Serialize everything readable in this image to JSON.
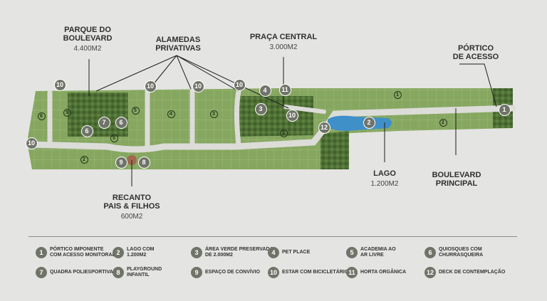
{
  "callouts": {
    "parque": {
      "title": "PARQUE DO\nBOULEVARD",
      "area": "4.400M2"
    },
    "alamedas": {
      "title": "ALAMEDAS\nPRIVATIVAS"
    },
    "praca": {
      "title": "PRAÇA CENTRAL",
      "area": "3.000M2"
    },
    "portico": {
      "title": "PÓRTICO\nDE ACESSO"
    },
    "lago": {
      "title": "LAGO",
      "area": "1.200M2"
    },
    "boulevard": {
      "title": "BOULEVARD\nPRINCIPAL"
    },
    "recanto": {
      "title": "RECANTO\nPAIS & FILHOS",
      "area": "600M2"
    }
  },
  "markers": [
    "1",
    "2",
    "3",
    "4",
    "5",
    "6",
    "7",
    "8",
    "9",
    "10",
    "11",
    "12"
  ],
  "legend": [
    {
      "num": "1",
      "text": "PÓRTICO IMPONENTE\nCOM ACESSO MONITORADO"
    },
    {
      "num": "2",
      "text": "LAGO COM\n1.200M2"
    },
    {
      "num": "3",
      "text": "ÁREA VERDE PRESERVADA\nDE 2.000M2"
    },
    {
      "num": "4",
      "text": "PET PLACE"
    },
    {
      "num": "5",
      "text": "ACADEMIA AO\nAR LIVRE"
    },
    {
      "num": "6",
      "text": "QUIOSQUES COM\nCHURRASQUEIRA"
    },
    {
      "num": "7",
      "text": "QUADRA POLIESPORTIVA"
    },
    {
      "num": "8",
      "text": "PLAYGROUND\nINFANTIL"
    },
    {
      "num": "9",
      "text": "ESPAÇO DE CONVÍVIO"
    },
    {
      "num": "10",
      "text": "ESTAR COM BICICLETÁRIO"
    },
    {
      "num": "11",
      "text": "HORTA ORGÂNICA"
    },
    {
      "num": "12",
      "text": "DECK DE CONTEMPLAÇÃO"
    }
  ],
  "colors": {
    "lot": "#7fa05a",
    "forest": "#4f7035",
    "road": "#d8d8d4",
    "lake": "#3f8fc9",
    "marker": "#707468",
    "line": "#1e1e1e"
  }
}
